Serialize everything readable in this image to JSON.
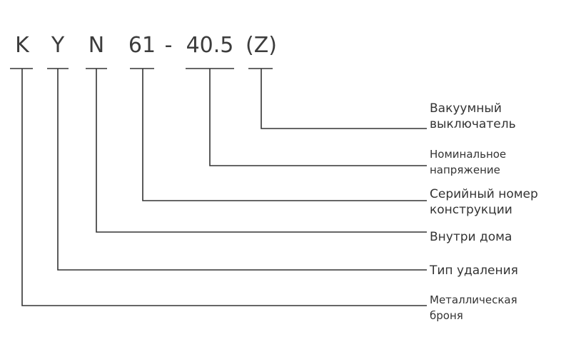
{
  "colors": {
    "line": "#333333",
    "text": "#333333",
    "code_text": "#3c3c3c"
  },
  "code": {
    "parts": [
      {
        "id": "k",
        "text": "K"
      },
      {
        "id": "y",
        "text": "Y"
      },
      {
        "id": "n",
        "text": "N"
      },
      {
        "id": "series",
        "text": "61"
      },
      {
        "id": "dash",
        "text": "-"
      },
      {
        "id": "voltage",
        "text": "40.5"
      },
      {
        "id": "breaker",
        "text": "(Z)"
      }
    ]
  },
  "labels": {
    "breaker": {
      "line1": "Вакуумный",
      "line2": "выключатель"
    },
    "voltage": {
      "line1": "Номинальное",
      "line2": "напряжение"
    },
    "series": {
      "line1": "Серийный номер",
      "line2": "конструкции"
    },
    "n": {
      "line1": "Внутри дома"
    },
    "y": {
      "line1": "Тип удаления"
    },
    "k": {
      "line1": "Металлическая",
      "line2": "броня"
    }
  }
}
